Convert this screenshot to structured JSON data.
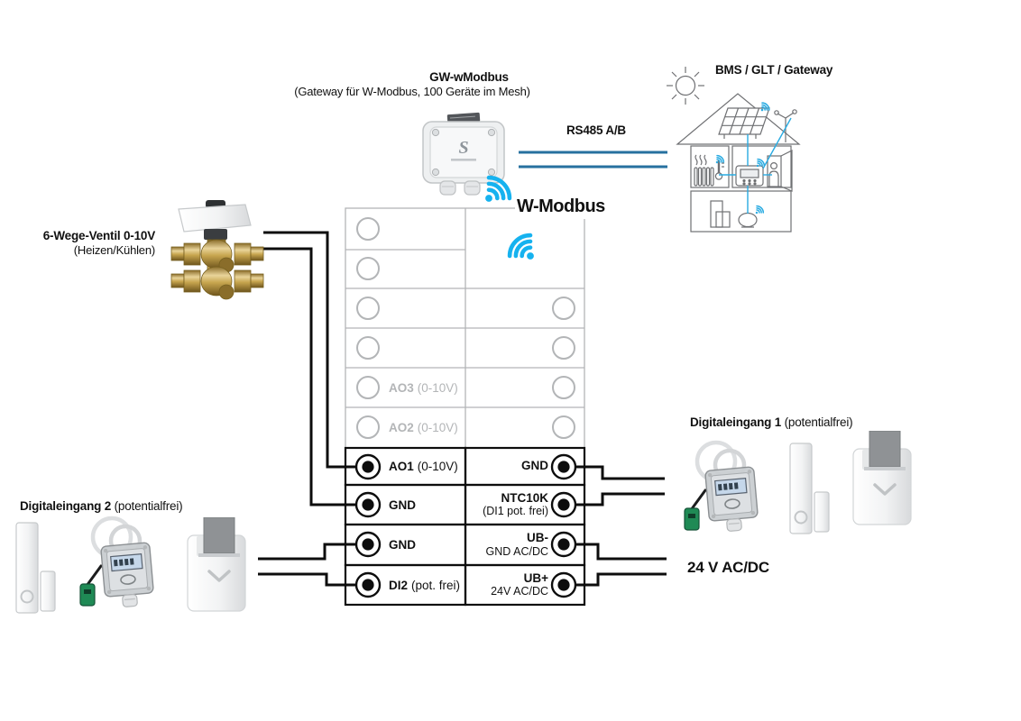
{
  "gateway": {
    "title": "GW-wModbus",
    "subtitle": "(Gateway für W-Modbus, 100 Geräte im Mesh)"
  },
  "bms": {
    "label": "BMS / GLT / Gateway"
  },
  "bus": {
    "label": "RS485 A/B"
  },
  "wmodbus": {
    "label": "W-Modbus"
  },
  "power": {
    "label": "24 V AC/DC"
  },
  "valve": {
    "title": "6-Wege-Ventil 0-10V",
    "subtitle": "(Heizen/Kühlen)"
  },
  "digital_input_1": {
    "title": "Digitaleingang 1",
    "subtitle": "(potentialfrei)"
  },
  "digital_input_2": {
    "title": "Digitaleingang 2",
    "subtitle": "(potentialfrei)"
  },
  "terminal_block": {
    "gray_rows": [
      {
        "name": "",
        "suffix": ""
      },
      {
        "name": "",
        "suffix": ""
      },
      {
        "name": "",
        "suffix": ""
      },
      {
        "name": "",
        "suffix": ""
      },
      {
        "name": "AO3",
        "suffix": "(0-10V)"
      },
      {
        "name": "AO2",
        "suffix": "(0-10V)"
      }
    ],
    "active_rows": [
      {
        "left": {
          "name": "AO1",
          "suffix": "(0-10V)"
        },
        "right": {
          "name": "GND",
          "sub": ""
        }
      },
      {
        "left": {
          "name": "GND",
          "suffix": ""
        },
        "right": {
          "name": "NTC10K",
          "sub": "(DI1 pot. frei)"
        }
      },
      {
        "left": {
          "name": "GND",
          "suffix": ""
        },
        "right": {
          "name": "UB-",
          "sub": "GND AC/DC"
        }
      },
      {
        "left": {
          "name": "DI2",
          "suffix": "(pot. frei)"
        },
        "right": {
          "name": "UB+",
          "sub": "24V AC/DC"
        }
      }
    ]
  },
  "colors": {
    "wifi_cyan": "#16b2ef",
    "house_cyan": "#29abe2",
    "bus_blue": "#26709f",
    "grid_gray": "#b3b5b7",
    "wire_black": "#0d0d0d"
  }
}
